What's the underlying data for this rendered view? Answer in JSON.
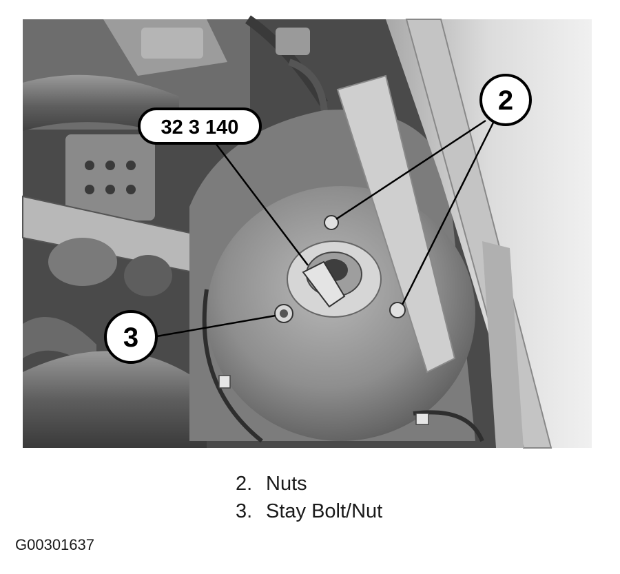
{
  "figure": {
    "tool_label": "32 3 140",
    "callouts": [
      {
        "number": "2"
      },
      {
        "number": "3"
      }
    ]
  },
  "legend": [
    {
      "number": "2.",
      "text": "Nuts"
    },
    {
      "number": "3.",
      "text": "Stay Bolt/Nut"
    }
  ],
  "figure_id": "G00301637",
  "colors": {
    "background": "#ffffff",
    "photo_dark": "#3c3c3c",
    "photo_mid": "#8a8a8a",
    "photo_light": "#d4d4d4",
    "callout_stroke": "#000000"
  }
}
